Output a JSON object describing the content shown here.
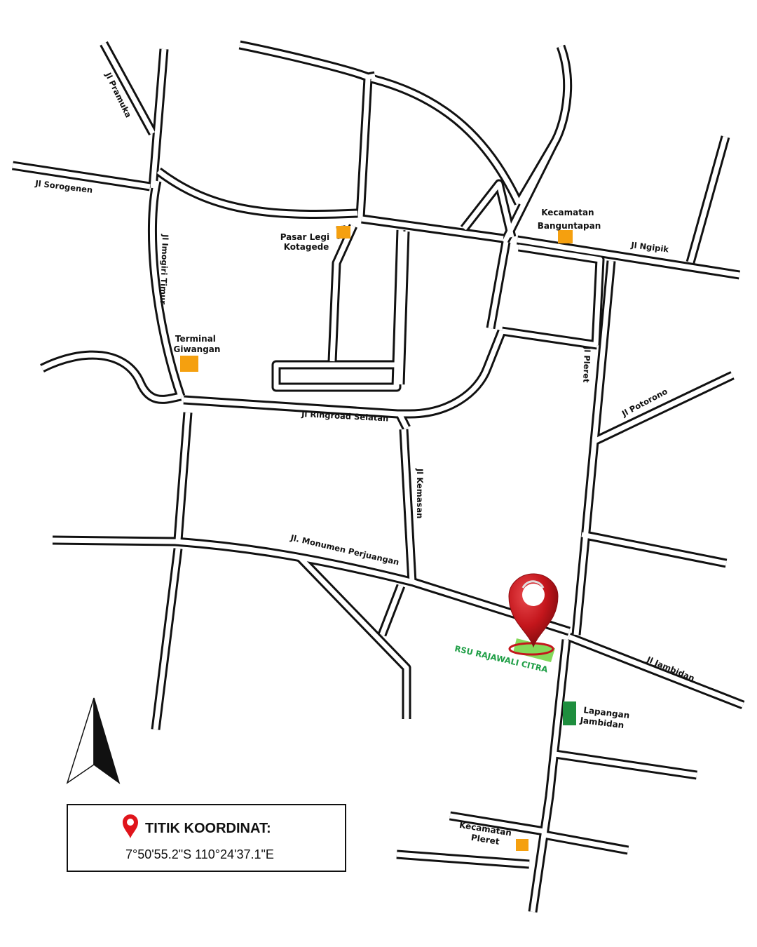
{
  "map": {
    "roads": {
      "jl_pramuka": "Jl Pramuka",
      "jl_sorogenen": "Jl Sorogenen",
      "jl_imogiri_timur": "Jl Imogiri Timur",
      "jl_ngipik": "Jl Ngipik",
      "jl_pleret": "Jl Pleret",
      "jl_potorono": "Jl Potorono",
      "jl_ringroad_selatan": "Jl Ringroad Selatan",
      "jl_kemasan": "Jl Kemasan",
      "jl_monumen_perjuangan": "Jl. Monumen Perjuangan",
      "jl_jambidan": "Jl Jambidan"
    },
    "places": {
      "pasar_legi": [
        "Pasar Legi",
        "Kotagede"
      ],
      "kecamatan_banguntapan": [
        "Kecamatan",
        "Banguntapan"
      ],
      "terminal_giwangan": [
        "Terminal",
        "Giwangan"
      ],
      "lapangan_jambidan": [
        "Lapangan",
        "Jambidan"
      ],
      "kecamatan_pleret": [
        "Kecamatan",
        "Pleret"
      ]
    },
    "destination": "RSU RAJAWALI CITRA",
    "colors": {
      "road": "#111111",
      "poi_marker": "#f5a00f",
      "field_marker": "#1e8e3e",
      "destination_area": "#84d95a",
      "destination_text": "#1e9e45",
      "pin": "#c4161c"
    },
    "icons": {
      "north_arrow": "north-arrow-icon",
      "location_pin": "map-pin-icon"
    }
  },
  "coordinate_box": {
    "title": "TITIK KOORDINAT:",
    "value": "7°50'55.2\"S 110°24'37.1\"E"
  }
}
